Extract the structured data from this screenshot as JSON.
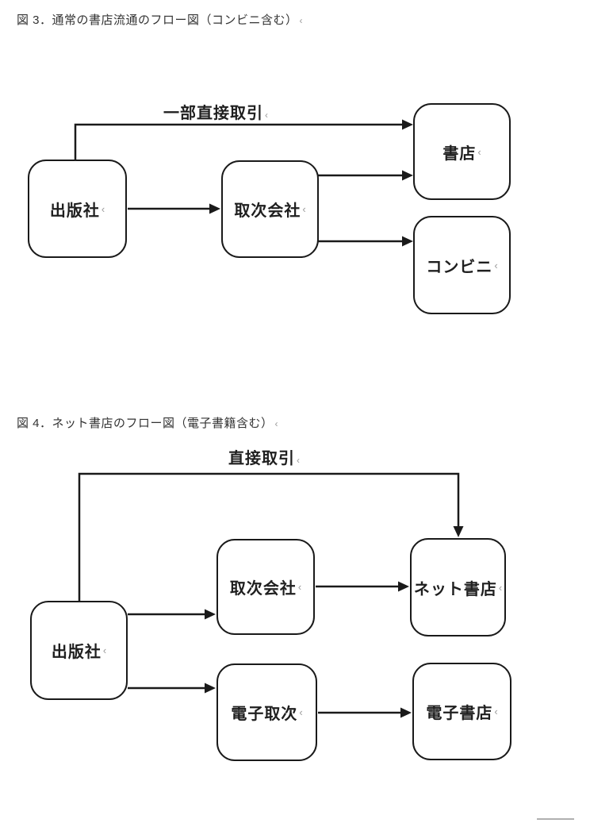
{
  "return_mark": "‹",
  "colors": {
    "line": "#1a1a1a",
    "box_border": "#1a1a1a",
    "node_text": "#1f1f1f",
    "caption_text": "#333333",
    "break_mark": "#9a9a9a",
    "artifact": "#b0b0b0",
    "background": "#ffffff"
  },
  "figure3": {
    "caption": "図 3．通常の書店流通のフロー図（コンビニ含む）",
    "direct_deal_label": "一部直接取引",
    "nodes": {
      "publisher": {
        "label": "出版社"
      },
      "distributor": {
        "label": "取次会社"
      },
      "bookstore": {
        "label": "書店"
      },
      "convenience_store": {
        "label": "コンビニ"
      }
    },
    "edges": [
      {
        "from": "出版社",
        "to": "書店",
        "label": "一部直接取引"
      },
      {
        "from": "出版社",
        "to": "取次会社",
        "label": ""
      },
      {
        "from": "取次会社",
        "to": "書店",
        "label": ""
      },
      {
        "from": "取次会社",
        "to": "コンビニ",
        "label": ""
      }
    ]
  },
  "figure4": {
    "caption": "図 4．ネット書店のフロー図（電子書籍含む）",
    "direct_deal_label": "直接取引",
    "nodes": {
      "publisher": {
        "label": "出版社"
      },
      "distributor": {
        "label": "取次会社"
      },
      "net_bookstore": {
        "label": "ネット書店"
      },
      "e_distributor": {
        "label": "電子取次"
      },
      "e_bookstore": {
        "label": "電子書店"
      }
    },
    "edges": [
      {
        "from": "出版社",
        "to": "ネット書店",
        "label": "直接取引"
      },
      {
        "from": "出版社",
        "to": "取次会社",
        "label": ""
      },
      {
        "from": "出版社",
        "to": "電子取次",
        "label": ""
      },
      {
        "from": "取次会社",
        "to": "ネット書店",
        "label": ""
      },
      {
        "from": "電子取次",
        "to": "電子書店",
        "label": ""
      }
    ]
  }
}
